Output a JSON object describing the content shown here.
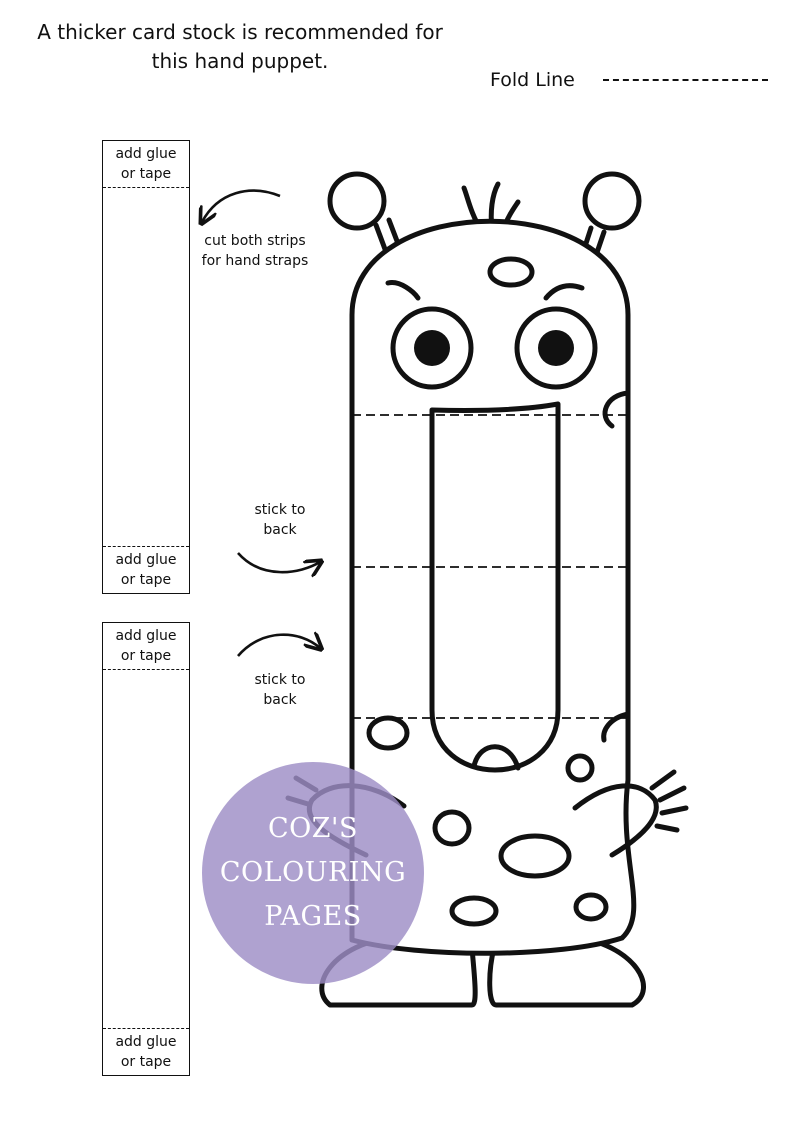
{
  "header": {
    "note_line1": "A thicker card stock is recommended for",
    "note_line2": "this hand puppet.",
    "fold_line_label": "Fold Line"
  },
  "strips": [
    {
      "top_tab_line1": "add glue",
      "top_tab_line2": "or tape",
      "bottom_tab_line1": "add glue",
      "bottom_tab_line2": "or tape"
    },
    {
      "top_tab_line1": "add glue",
      "top_tab_line2": "or tape",
      "bottom_tab_line1": "add glue",
      "bottom_tab_line2": "or tape"
    }
  ],
  "instructions": {
    "cut_line1": "cut both strips",
    "cut_line2": "for hand straps",
    "stick1_line1": "stick to",
    "stick1_line2": "back",
    "stick2_line1": "stick to",
    "stick2_line2": "back"
  },
  "watermark": {
    "line1": "COZ'S",
    "line2": "COLOURING",
    "line3": "PAGES",
    "color": "#9e8dc6"
  },
  "icons": [
    "curved-arrow-icon",
    "monster-puppet-illustration"
  ]
}
